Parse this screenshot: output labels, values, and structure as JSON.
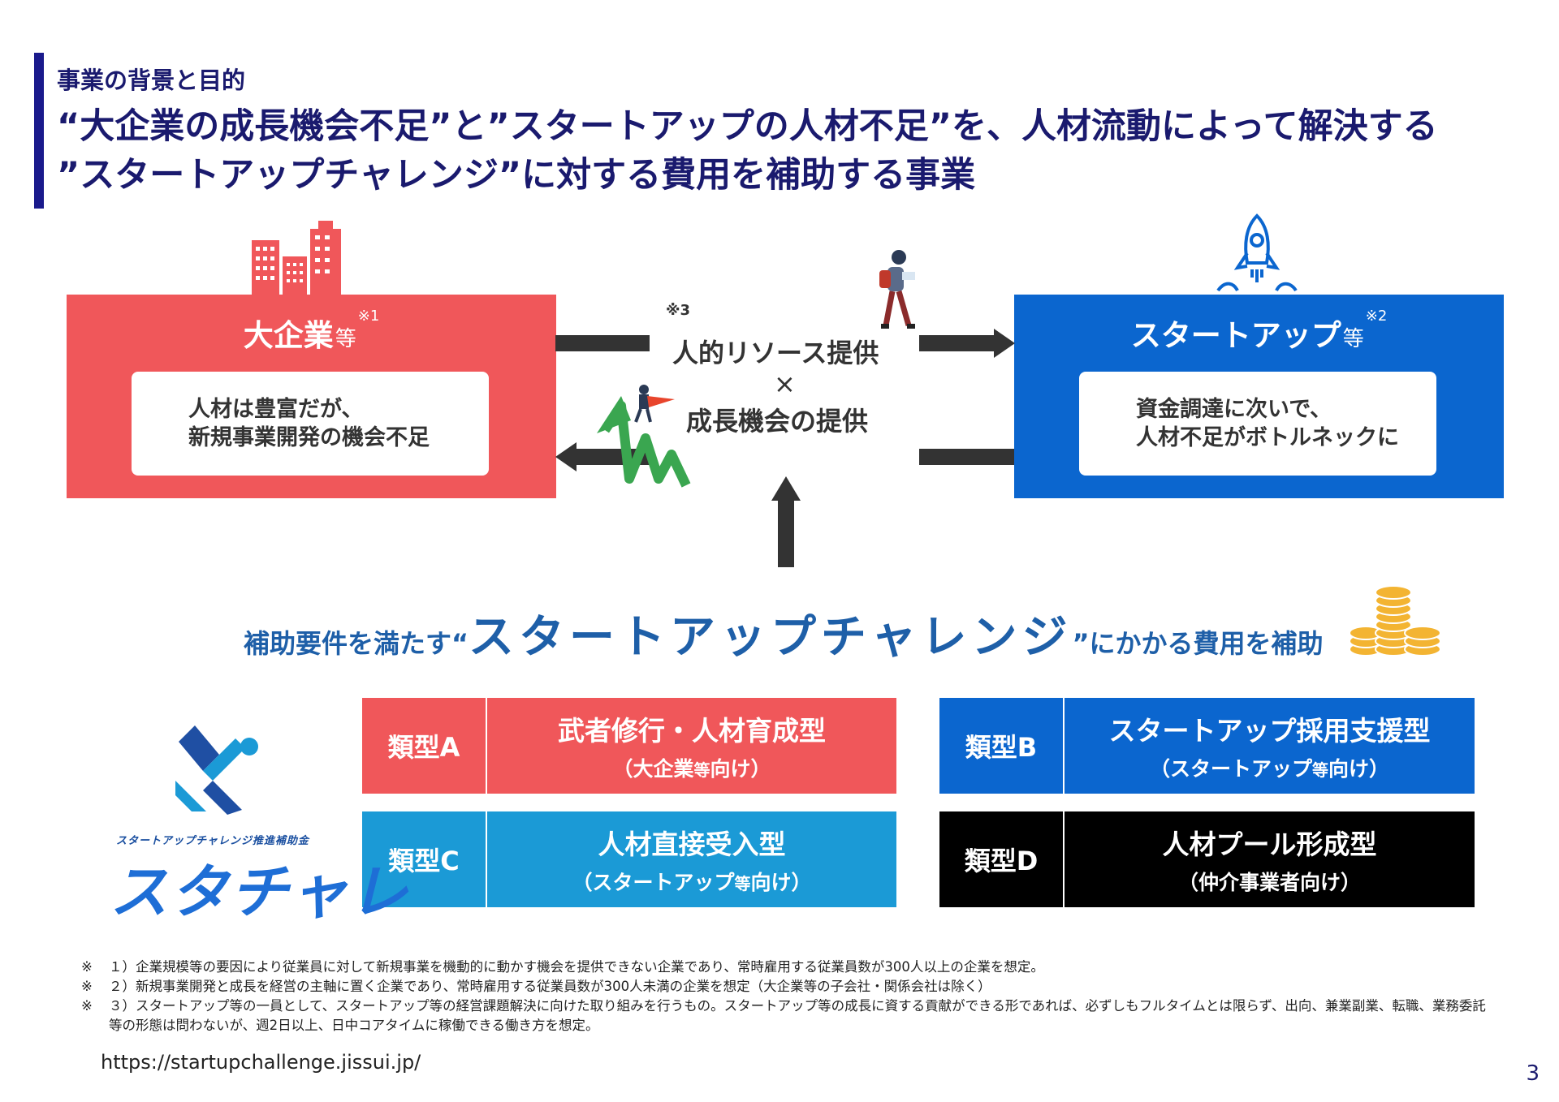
{
  "header": {
    "section_label": "事業の背景と目的",
    "title_line1": "“大企業の成長機会不足”と”スタートアップの人材不足”を、人材流動によって解決する",
    "title_line2": "”スタートアップチャレンジ”に対する費用を補助する事業"
  },
  "large_company": {
    "title": "大企業",
    "suffix": "等",
    "note": "※1",
    "desc_line1": "人材は豊富だが、",
    "desc_line2": "新規事業開発の機会不足",
    "color": "#f0575a"
  },
  "startup": {
    "title": "スタートアップ",
    "suffix": "等",
    "note": "※2",
    "desc_line1": "資金調達に次いで、",
    "desc_line2": "人材不足がボトルネックに",
    "color": "#0b66cf"
  },
  "exchange": {
    "note": "※3",
    "line1": "人的リソース提供",
    "times": "×",
    "line2": "成長機会の提供"
  },
  "challenge": {
    "prefix": "補助要件を満たす“",
    "name": "スタートアップチャレンジ",
    "suffix": "”にかかる費用を補助"
  },
  "types": [
    {
      "label": "類型A",
      "name": "武者修行・人材育成型",
      "target_pre": "（大企業",
      "target_small": "等",
      "target_post": "向け）",
      "color": "#f0575a"
    },
    {
      "label": "類型B",
      "name": "スタートアップ採用支援型",
      "target_pre": "（スタートアップ",
      "target_small": "等",
      "target_post": "向け）",
      "color": "#0b66cf"
    },
    {
      "label": "類型C",
      "name": "人材直接受入型",
      "target_pre": "（スタートアップ",
      "target_small": "等",
      "target_post": "向け）",
      "color": "#1b9ad6"
    },
    {
      "label": "類型D",
      "name": "人材プール形成型",
      "target_pre": "（仲介事業者向け）",
      "target_small": "",
      "target_post": "",
      "color": "#000000"
    }
  ],
  "logo": {
    "subtitle": "スタートアップチャレンジ推進補助金",
    "main": "スタチャレ"
  },
  "footnotes": [
    {
      "mark": "※",
      "text": "１）企業規模等の要因により従業員に対して新規事業を機動的に動かす機会を提供できない企業であり、常時雇用する従業員数が300人以上の企業を想定。"
    },
    {
      "mark": "※",
      "text": "２）新規事業開発と成長を経営の主軸に置く企業であり、常時雇用する従業員数が300人未満の企業を想定（大企業等の子会社・関係会社は除く）"
    },
    {
      "mark": "※",
      "text": "３）スタートアップ等の一員として、スタートアップ等の経営課題解決に向けた取り組みを行うもの。スタートアップ等の成長に資する貢献ができる形であれば、必ずしもフルタイムとは限らず、出向、兼業副業、転職、業務委託等の形態は問わないが、週2日以上、日中コアタイムに稼働できる働き方を想定。"
    }
  ],
  "url": "https://startupchallenge.jissui.jp/",
  "page_number": "3"
}
